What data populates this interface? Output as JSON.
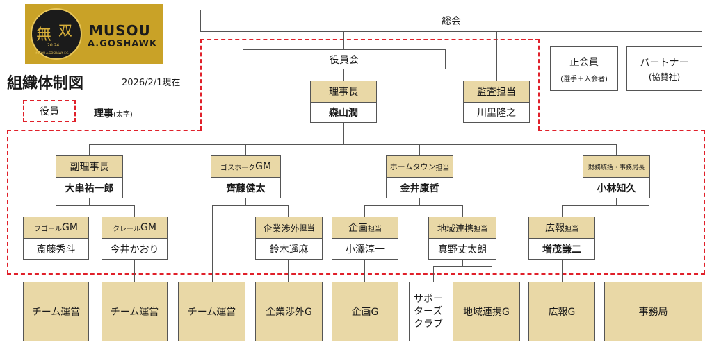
{
  "logo": {
    "line1": "MUSOU",
    "line2": "A.GOSHAWK",
    "kanji_1": "無",
    "kanji_2": "双",
    "year": "20 24",
    "small": "MUSOU A.GOSHAWK F.C."
  },
  "title": "組織体制図",
  "date": "2026/2/1現在",
  "legend": {
    "box": "役員",
    "bold_label": "理事",
    "note": "(太字)"
  },
  "top": {
    "soukai": "総会",
    "yakuinkai": "役員会"
  },
  "right_boxes": {
    "seikaiin": {
      "title": "正会員",
      "sub": "(選手＋入会者)"
    },
    "partner": {
      "title": "パートナー",
      "sub": "(協賛社)"
    }
  },
  "level1": {
    "rijicho": {
      "title": "理事長",
      "name": "森山潤"
    },
    "kansa": {
      "title": "監査担当",
      "name": "川里隆之"
    }
  },
  "level2": [
    {
      "title": "副理事長",
      "title_small": "",
      "name": "大串祐一郎"
    },
    {
      "title": "ゴスホーク",
      "title_big": "GM",
      "name": "齊藤健太"
    },
    {
      "title": "ホームタウン",
      "title_small": "担当",
      "name": "金井康哲"
    },
    {
      "title": "財務統括・事務局長",
      "name": "小林知久"
    }
  ],
  "level3": [
    {
      "title": "フゴール",
      "title_big": "GM",
      "name": "斎藤秀斗"
    },
    {
      "title": "クレール",
      "title_big": "GM",
      "name": "今井かおり"
    },
    {
      "title": "企業渉外",
      "title_small": "担当",
      "name": "鈴木遥麻"
    },
    {
      "title": "企画",
      "title_small": "担当",
      "name": "小澤淳一"
    },
    {
      "title": "地域連携",
      "title_small": "担当",
      "name": "真野丈太朗"
    },
    {
      "title": "広報",
      "title_small": "担当",
      "name": "増茂謙二"
    }
  ],
  "bottom": {
    "team1": "チーム運営",
    "team2": "チーム運営",
    "team3": "チーム運営",
    "kigyo": "企業渉外G",
    "kikaku": "企画G",
    "supporters": "サポーターズクラブ",
    "chiiki": "地域連携G",
    "koho": "広報G",
    "jimu": "事務局"
  },
  "colors": {
    "card_header": "#e9d8a6",
    "dashed_border": "#e0202a",
    "logo_bg": "#c9a227"
  }
}
